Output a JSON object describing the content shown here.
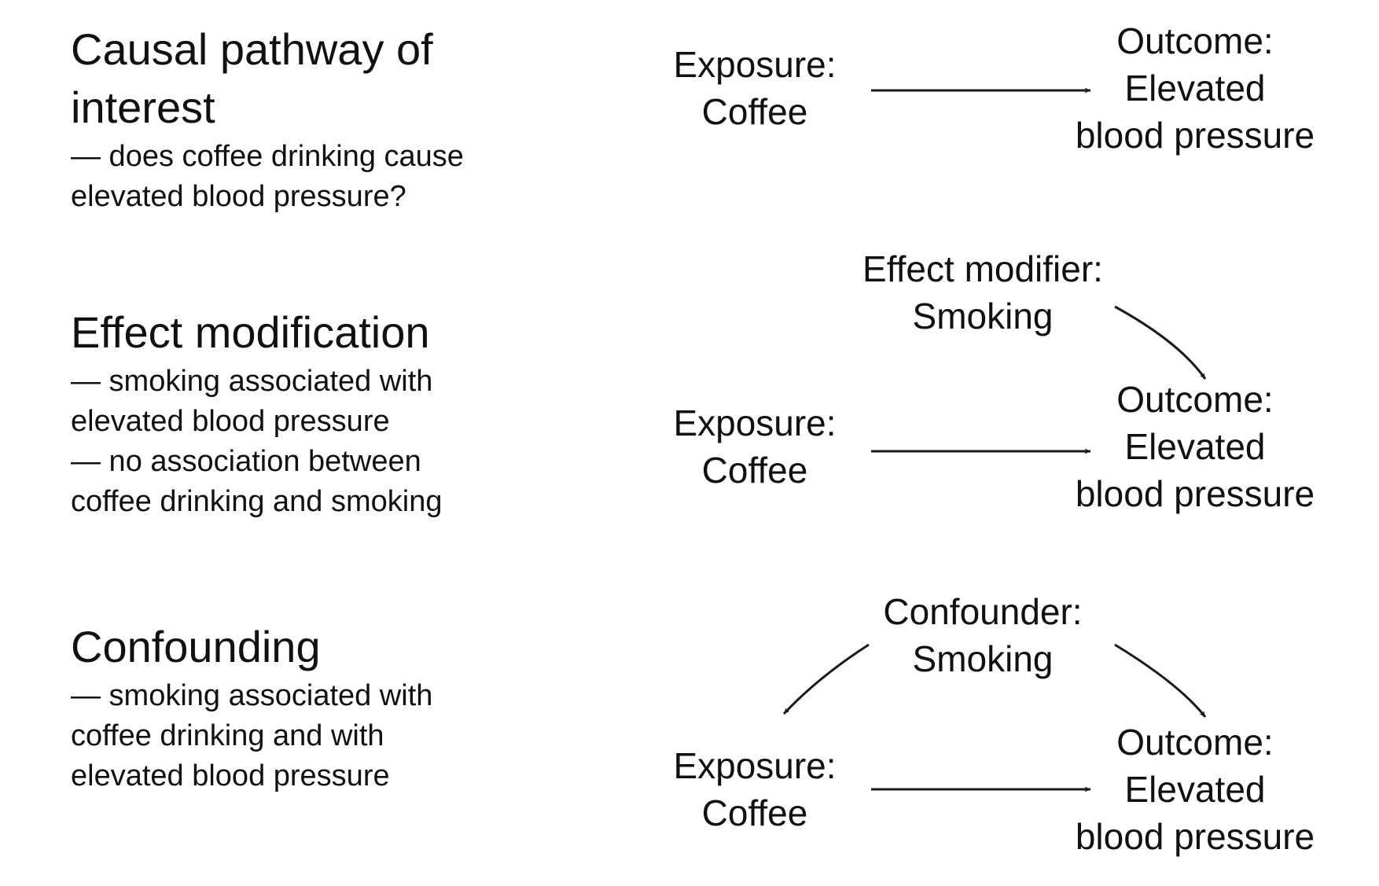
{
  "panels": [
    {
      "title": "Causal pathway of interest",
      "description": [
        "— does coffee drinking cause",
        "elevated blood pressure?"
      ],
      "exposure": [
        "Exposure:",
        "Coffee"
      ],
      "outcome": [
        "Outcome:",
        "Elevated",
        "blood pressure"
      ]
    },
    {
      "title": "Effect modification",
      "description": [
        "— smoking associated with",
        "elevated blood pressure",
        "— no association between",
        "coffee drinking and smoking"
      ],
      "third_variable": [
        "Effect modifier:",
        "Smoking"
      ],
      "exposure": [
        "Exposure:",
        "Coffee"
      ],
      "outcome": [
        "Outcome:",
        "Elevated",
        "blood pressure"
      ]
    },
    {
      "title": "Confounding",
      "description": [
        "— smoking associated with",
        "coffee drinking and with",
        "elevated blood pressure"
      ],
      "third_variable": [
        "Confounder:",
        "Smoking"
      ],
      "exposure": [
        "Exposure:",
        "Coffee"
      ],
      "outcome": [
        "Outcome:",
        "Elevated",
        "blood pressure"
      ]
    }
  ],
  "colors": {
    "text": "#111111",
    "arrow": "#1a1a1a",
    "background": "#ffffff"
  }
}
